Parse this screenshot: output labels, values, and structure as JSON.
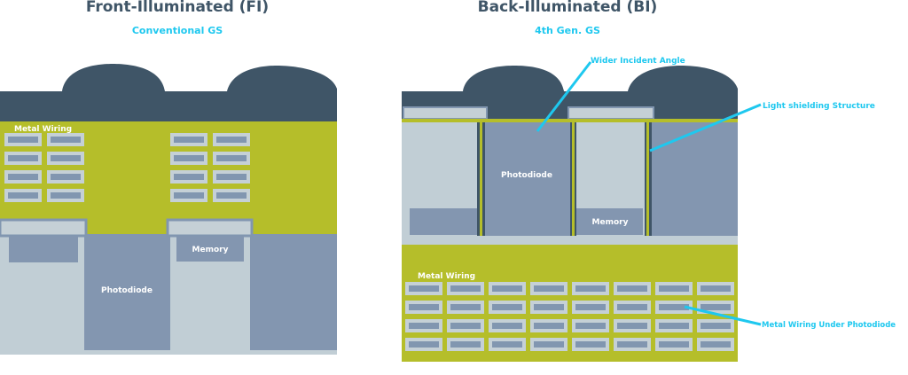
{
  "front": {
    "title": "Front-Illuminated (FI)",
    "subtitle": "Conventional GS",
    "metal_wiring_label": "Metal Wiring",
    "memory_label": "Memory",
    "photodiode_label": "Photodiode"
  },
  "back": {
    "title": "Back-Illuminated (BI)",
    "subtitle": "4th Gen. GS",
    "photodiode_label": "Photodiode",
    "memory_label": "Memory",
    "metal_wiring_label": "Metal Wiring",
    "callout_incident": "Wider Incident Angle",
    "callout_shielding": "Light shielding Structure",
    "callout_under": "Metal Wiring Under Photodiode"
  },
  "colors": {
    "lens": "#3f5567",
    "metal_layer": "#b5be2a",
    "wire_frame": "#c5d0d6",
    "wire_fill": "#8196b0",
    "substrate": "#c1ced5",
    "photodiode": "#8396b0",
    "accent": "#1ec8ef",
    "heading": "#3f5567"
  }
}
